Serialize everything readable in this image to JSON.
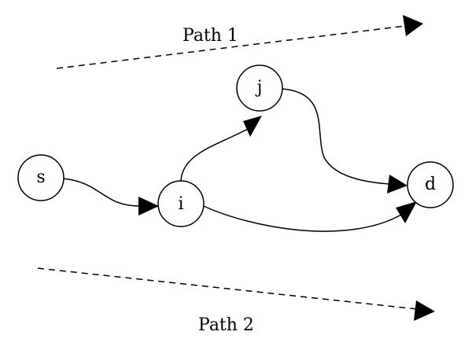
{
  "nodes": {
    "s": "s",
    "i": "i",
    "j": "j",
    "d": "d"
  },
  "paths": {
    "path1": "Path 1",
    "path2": "Path 2"
  },
  "edges": [
    {
      "from": "s",
      "to": "i"
    },
    {
      "from": "i",
      "to": "j"
    },
    {
      "from": "j",
      "to": "d"
    },
    {
      "from": "i",
      "to": "d"
    }
  ]
}
